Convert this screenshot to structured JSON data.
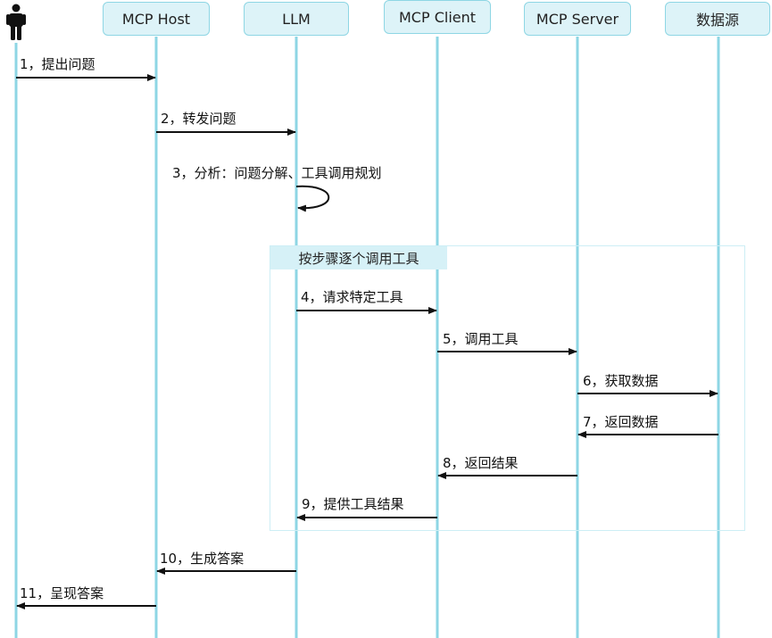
{
  "participants": [
    {
      "id": "user",
      "label": ""
    },
    {
      "id": "mcp_host",
      "label": "MCP Host"
    },
    {
      "id": "llm",
      "label": "LLM"
    },
    {
      "id": "mcp_client",
      "label": "MCP Client"
    },
    {
      "id": "mcp_server",
      "label": "MCP Server"
    },
    {
      "id": "datasource",
      "label": "数据源"
    }
  ],
  "group": {
    "label": "按步骤逐个调用工具"
  },
  "messages": [
    {
      "label": "1，提出问题",
      "from": "user",
      "to": "mcp_host"
    },
    {
      "label": "2，转发问题",
      "from": "mcp_host",
      "to": "llm"
    },
    {
      "label": "3，分析：问题分解、工具调用规划",
      "from": "llm",
      "to": "llm"
    },
    {
      "label": "4，请求特定工具",
      "from": "llm",
      "to": "mcp_client"
    },
    {
      "label": "5，调用工具",
      "from": "mcp_client",
      "to": "mcp_server"
    },
    {
      "label": "6，获取数据",
      "from": "mcp_server",
      "to": "datasource"
    },
    {
      "label": "7，返回数据",
      "from": "datasource",
      "to": "mcp_server"
    },
    {
      "label": "8，返回结果",
      "from": "mcp_server",
      "to": "mcp_client"
    },
    {
      "label": "9，提供工具结果",
      "from": "mcp_client",
      "to": "llm"
    },
    {
      "label": "10，生成答案",
      "from": "llm",
      "to": "mcp_host"
    },
    {
      "label": "11，呈现答案",
      "from": "mcp_host",
      "to": "user"
    }
  ],
  "colors": {
    "lifeline": "#8ed6e4",
    "box_fill": "#ddf3f8",
    "arrow": "#111111"
  }
}
